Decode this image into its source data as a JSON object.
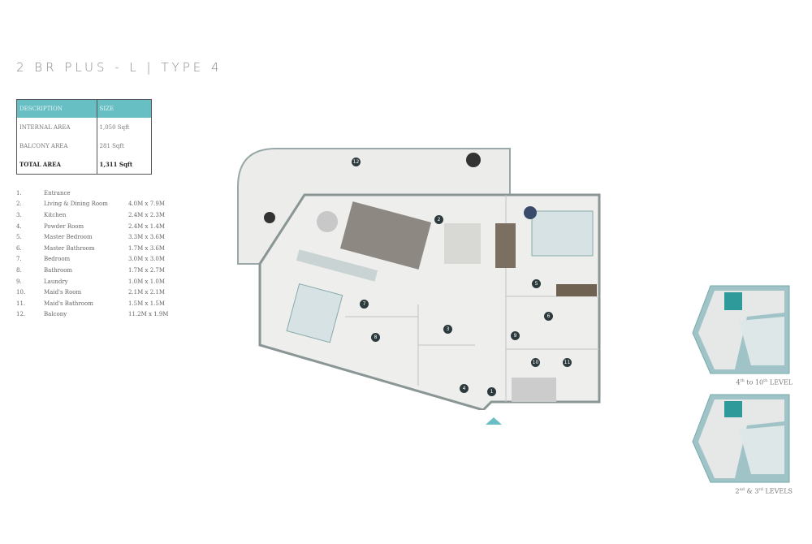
{
  "title": "2 BR PLUS - L | TYPE 4",
  "area_table": {
    "headers": [
      "DESCRIPTION",
      "SIZE"
    ],
    "rows": [
      {
        "label": "INTERNAL AREA",
        "value": "1,050 Sqft"
      },
      {
        "label": "BALCONY AREA",
        "value": "281 Sqft"
      },
      {
        "label": "TOTAL AREA",
        "value": "1,311 Sqft"
      }
    ]
  },
  "rooms": [
    {
      "num": "1.",
      "name": "Entrance",
      "size": ""
    },
    {
      "num": "2.",
      "name": "Living & Dining Room",
      "size": "4.0M x 7.9M"
    },
    {
      "num": "3.",
      "name": "Kitchen",
      "size": "2.4M x 2.3M"
    },
    {
      "num": "4.",
      "name": "Powder Room",
      "size": "2.4M x 1.4M"
    },
    {
      "num": "5.",
      "name": "Master Bedroom",
      "size": "3.3M x 3.6M"
    },
    {
      "num": "6.",
      "name": "Master Bathroom",
      "size": "1.7M x 3.6M"
    },
    {
      "num": "7.",
      "name": "Bedroom",
      "size": "3.0M x 3.0M"
    },
    {
      "num": "8.",
      "name": "Bathroom",
      "size": "1.7M x 2.7M"
    },
    {
      "num": "9.",
      "name": "Laundry",
      "size": "1.0M x 1.0M"
    },
    {
      "num": "10.",
      "name": "Maid's Room",
      "size": "2.1M x 2.1M"
    },
    {
      "num": "11.",
      "name": "Maid's Bathroom",
      "size": "1.5M x 1.5M"
    },
    {
      "num": "12.",
      "name": "Balcony",
      "size": "11.2M x 1.9M"
    }
  ],
  "plan_markers": [
    "1",
    "2",
    "3",
    "4",
    "5",
    "6",
    "7",
    "8",
    "9",
    "10",
    "11",
    "12"
  ],
  "key_plans": [
    {
      "level_num_a": "4",
      "sup_a": "th",
      "mid": " to ",
      "level_num_b": "10",
      "sup_b": "th",
      "suffix": " LEVEL"
    },
    {
      "level_num_a": "2",
      "sup_a": "nd",
      "mid": " & ",
      "level_num_b": "3",
      "sup_b": "rd",
      "suffix": " LEVELS"
    }
  ],
  "colors": {
    "accent": "#68bfc3",
    "marker": "#2d3a3d"
  }
}
